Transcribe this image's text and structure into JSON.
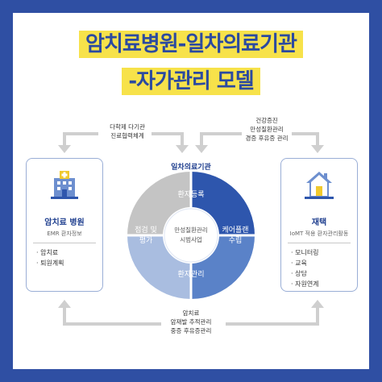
{
  "title": {
    "line1": "암치료병원-일차의료기관",
    "line2": "-자가관리 모델"
  },
  "left_panel": {
    "name": "암치료 병원",
    "sub": "EMR 환자정보",
    "items": [
      "암치료",
      "퇴원계획"
    ]
  },
  "right_panel": {
    "name": "재택",
    "sub": "IoMT 적용 환자관리활동",
    "items": [
      "모니터링",
      "교육",
      "상담",
      "자원연계"
    ]
  },
  "center": {
    "title": "일차의료기관",
    "segments": {
      "top": "환자등록",
      "right_line1": "케어플랜",
      "right_line2": "수립",
      "bottom": "환자관리",
      "left_line1": "점검 및",
      "left_line2": "평가"
    },
    "hub_line1": "만성질환관리",
    "hub_line2": "시범사업"
  },
  "notes": {
    "top_left": [
      "다학제 다기관",
      "진료협력체계"
    ],
    "top_right": [
      "건강증진",
      "만성질환관리",
      "경증 후유증 관리"
    ],
    "bottom": [
      "암치료",
      "암재발 추적관리",
      "중증 후유증관리"
    ]
  },
  "colors": {
    "frame": "#2f4fa3",
    "title_highlight": "#f7e24a",
    "title_text": "#2b4aa0",
    "segment_dark": "#2e56ad",
    "segment_mid": "#5a82c8",
    "segment_light": "#a9bde0",
    "segment_gray": "#c4c4c4",
    "arrow_gray": "#cfcfcf"
  },
  "icons": {
    "hospital": "hospital-icon",
    "home": "home-icon"
  }
}
